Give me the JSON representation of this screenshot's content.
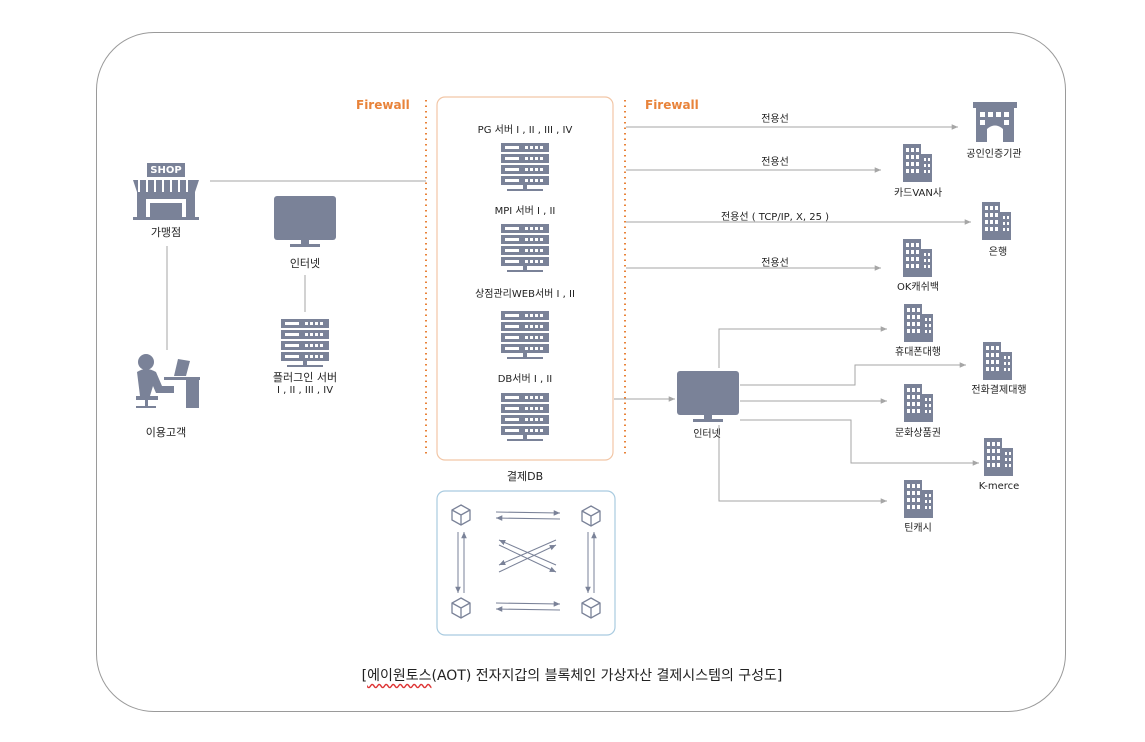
{
  "left": {
    "shop": {
      "sign": "SHOP",
      "label": "가맹점"
    },
    "user": {
      "label": "이용고객"
    },
    "internet": {
      "label": "인터넷"
    },
    "plugin_server": {
      "label_line1": "플러그인 서버",
      "label_line2": "I , II , III , IV"
    }
  },
  "firewalls": {
    "left": "Firewall",
    "right": "Firewall"
  },
  "servers": {
    "pg": "PG 서버 I , II , III , IV",
    "mpi": "MPI 서버 I , II",
    "web": "상점관리WEB서버 I , II",
    "db": "DB서버 I , II"
  },
  "payment_db": {
    "label": "결제DB"
  },
  "lines": {
    "line1": "전용선",
    "line2": "전용선",
    "line3": "전용선 ( TCP/IP, X, 25 )",
    "line4": "전용선"
  },
  "right": {
    "cert": "공인인증기관",
    "card_van": "카드VAN사",
    "bank": "은행",
    "ok_cashbag": "OK캐쉬백",
    "internet": "인터넷",
    "mobile": "휴대폰대행",
    "phone": "전화결제대행",
    "culture": "문화상품권",
    "kmerce": "K-merce",
    "teencash": "틴캐시"
  },
  "caption": {
    "prefix": "[",
    "underlined": "에이원토스",
    "rest": "(AOT) 전자지갑의 블록체인 가상자산 결제시스템의 구성도]"
  },
  "colors": {
    "icon": "#7a8298",
    "firewall": "#e8833a",
    "server_box": "#f2c6a6",
    "db_box": "#a9cbe0",
    "line": "#a6a6a6"
  }
}
